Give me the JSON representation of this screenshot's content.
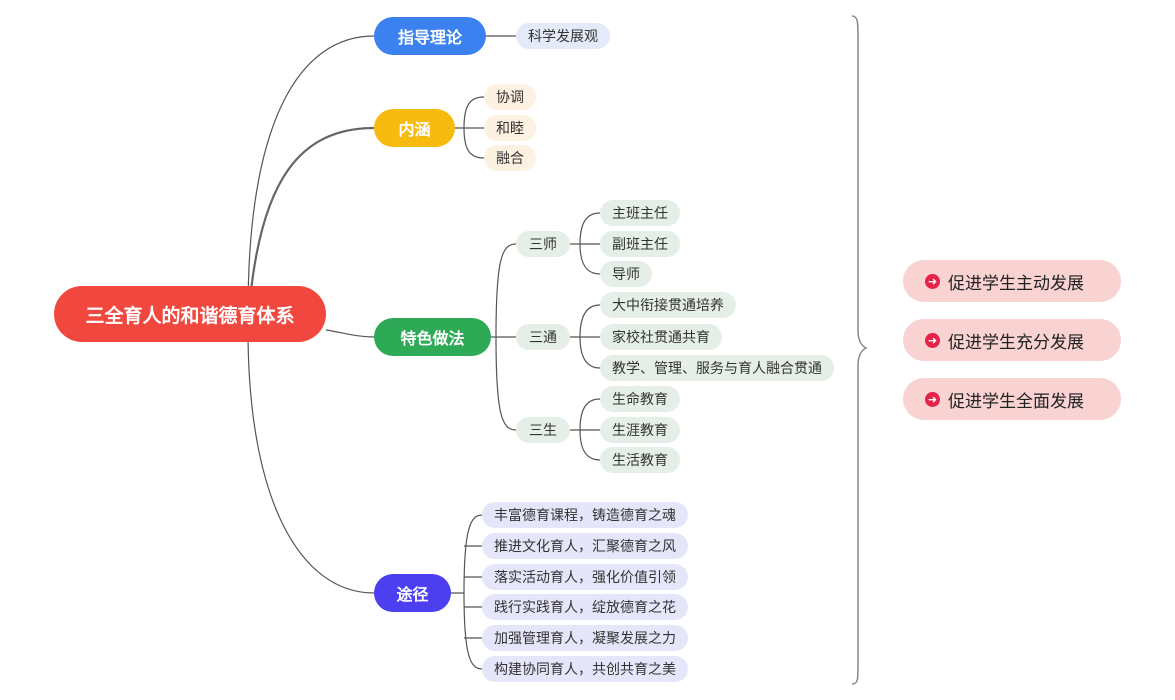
{
  "root": "三全育人的和谐德育体系",
  "colors": {
    "root": "#f0483e",
    "theory": "#3b82f0",
    "connotation": "#f7bb10",
    "features": "#2eaa57",
    "approaches": "#4b3fef",
    "outcome_bg": "#f9d2d2",
    "outcome_icon": "#e52247"
  },
  "branches": {
    "theory": {
      "label": "指导理论",
      "children": [
        "科学发展观"
      ]
    },
    "connotation": {
      "label": "内涵",
      "children": [
        "协调",
        "和睦",
        "融合"
      ]
    },
    "features": {
      "label": "特色做法",
      "groups": [
        {
          "label": "三师",
          "children": [
            "主班主任",
            "副班主任",
            "导师"
          ]
        },
        {
          "label": "三通",
          "children": [
            "大中衔接贯通培养",
            "家校社贯通共育",
            "教学、管理、服务与育人融合贯通"
          ]
        },
        {
          "label": "三生",
          "children": [
            "生命教育",
            "生涯教育",
            "生活教育"
          ]
        }
      ]
    },
    "approaches": {
      "label": "途径",
      "children": [
        "丰富德育课程，铸造德育之魂",
        "推进文化育人，汇聚德育之风",
        "落实活动育人，强化价值引领",
        "践行实践育人，绽放德育之花",
        "加强管理育人，凝聚发展之力",
        "构建协同育人，共创共育之美"
      ]
    }
  },
  "outcomes": [
    "促进学生主动发展",
    "促进学生充分发展",
    "促进学生全面发展"
  ],
  "outcome_icon": "arrow-right-circle-icon"
}
